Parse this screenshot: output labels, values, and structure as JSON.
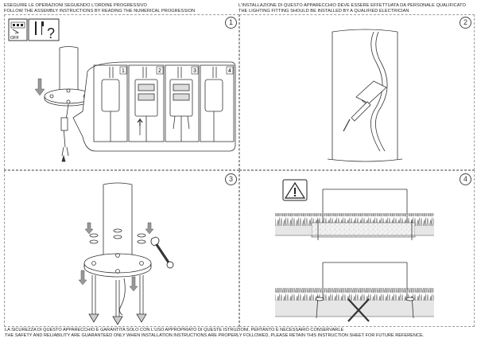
{
  "header": {
    "left_it": "ESEGUIRE LE OPERAZIONI SEGUENDO L'ORDINE PROGRESSIVO",
    "left_en": "FOLLOW THE ASSEMBLY INSTRUCTIONS BY READING THE NUMERICAL PROGRESSION",
    "right_it": "L'INSTALLAZIONE DI QUESTO APPARECCHIO DEVE ESSERE EFFETTUATA DA PERSONALE QUALIFICATO",
    "right_en": "THE LIGHTING FITTING SHOULD BE INSTALLED BY A QUALIFIED ELECTRICIAN"
  },
  "panels": [
    {
      "number": "1"
    },
    {
      "number": "2"
    },
    {
      "number": "3"
    },
    {
      "number": "4"
    }
  ],
  "step1": {
    "switch_label": "OFF",
    "question_mark": "?",
    "sub_steps": [
      "1",
      "2",
      "3",
      "4"
    ]
  },
  "footer": {
    "it": "LA SICUREZZA DI QUESTO APPARECCHIO È GARANTITA SOLO CON L'USO APPROPRIATO DI QUESTE ISTRUZIONI, PERTANTO È NECESSARIO CONSERVARLE",
    "en": "THE SAFETY AND RELIABILITY ARE GUARANTEED ONLY WHEN INSTALLATION INSTRUCTIONS ARE PROPERLY FOLLOWED, PLEASE RETAIN THIS INSTRUCTION SHEET FOR FUTURE REFERENCE."
  },
  "icons": [
    "power-switch-icon",
    "tools-icon",
    "warning-icon",
    "wrench-icon",
    "cross-icon"
  ],
  "colors": {
    "line": "#333333",
    "dashed_border": "#9a9a9a",
    "ground_fill": "#e6e6e6"
  }
}
